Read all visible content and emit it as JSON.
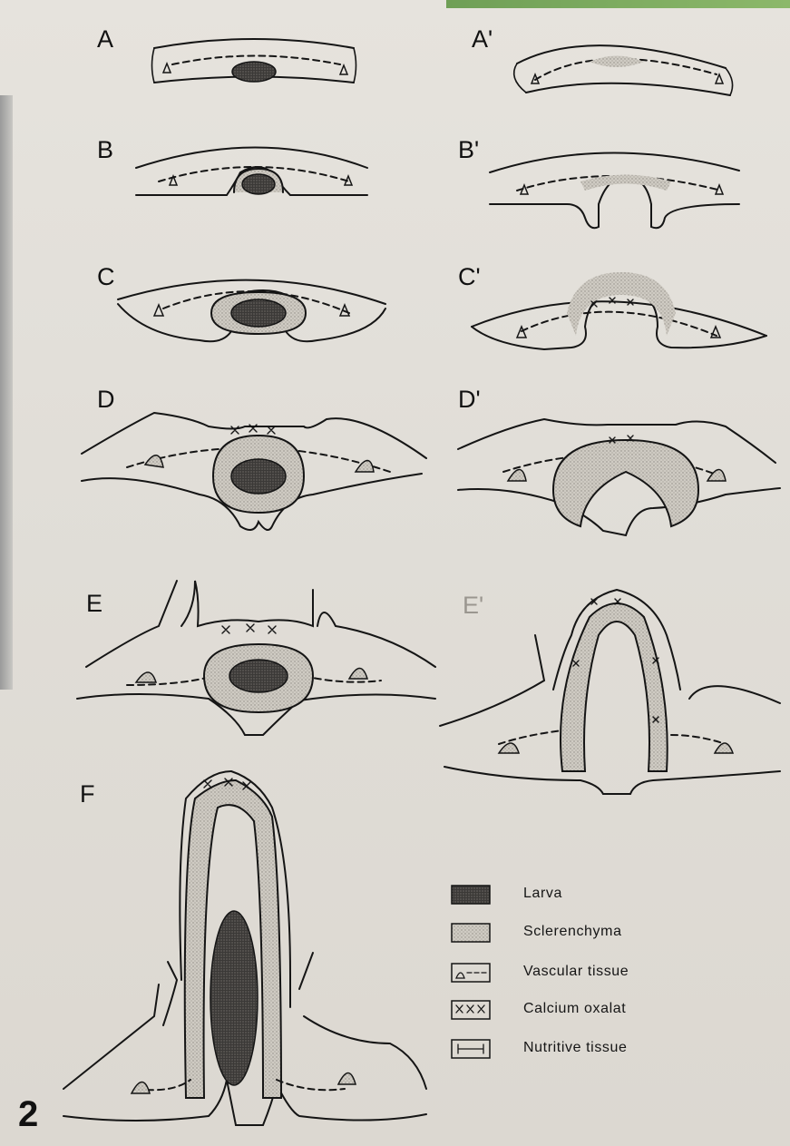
{
  "figure": {
    "number": "2",
    "panels": [
      "A",
      "A'",
      "B",
      "B'",
      "C",
      "C'",
      "D",
      "D'",
      "E",
      "E'",
      "F"
    ]
  },
  "legend": {
    "items": [
      {
        "icon": "larva-swatch-icon",
        "label": "Larva"
      },
      {
        "icon": "sclerenchyma-swatch-icon",
        "label": "Sclerenchyma"
      },
      {
        "icon": "vascular-tissue-icon",
        "label": "Vascular tissue"
      },
      {
        "icon": "calcium-oxalate-icon",
        "label": "Calcium oxalat"
      },
      {
        "icon": "nutritive-tissue-icon",
        "label": "Nutritive tissue"
      }
    ]
  },
  "colors": {
    "ink": "#151515",
    "sclerenchyma": "#bdb9b1",
    "larva": "#3a3836",
    "paper": "#e3e0da"
  }
}
